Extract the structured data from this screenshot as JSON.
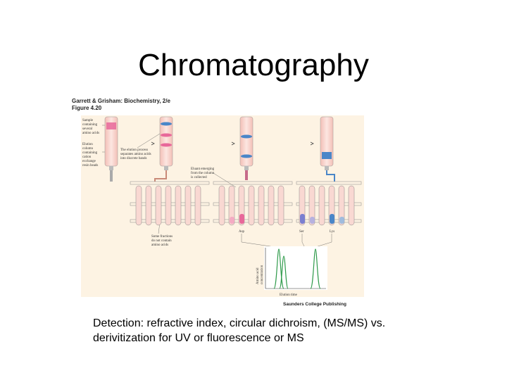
{
  "slide": {
    "title": "Chromatography",
    "caption_lines": [
      "Detection: refractive index, circular dichroism, (MS/MS) vs.",
      "derivitization for UV or fluorescence or MS"
    ]
  },
  "figure": {
    "header_line1": "Garrett & Grisham: Biochemistry, 2/e",
    "header_line2": "Figure 4.20",
    "publisher": "Saunders College Publishing",
    "labels": {
      "sample": [
        "Sample",
        "containing",
        "several",
        "amino acids"
      ],
      "column": [
        "Elution",
        "column",
        "containing",
        "cation",
        "exchange",
        "resin beads"
      ],
      "elution_process": [
        "The elution process",
        "separates amino acids",
        "into discrete bands"
      ],
      "eluant": [
        "Eluant emerging",
        "from the column",
        "is collected"
      ],
      "no_amino": [
        "Some fractions",
        "do not contain",
        "amino acids"
      ],
      "amino_asp": "Asp",
      "amino_ser": "Ser",
      "amino_lys": "Lys",
      "y_axis": [
        "Amino acid",
        "concentration"
      ],
      "x_axis": "Elution time"
    },
    "colors": {
      "panel_bg": "#fdf3e3",
      "tube_fill": "#f9d8d2",
      "pink_band": "#e8689a",
      "blue_band": "#4a86c8",
      "peak_green": "#2e9a4a",
      "tube_outline": "#8a8a8a"
    }
  }
}
